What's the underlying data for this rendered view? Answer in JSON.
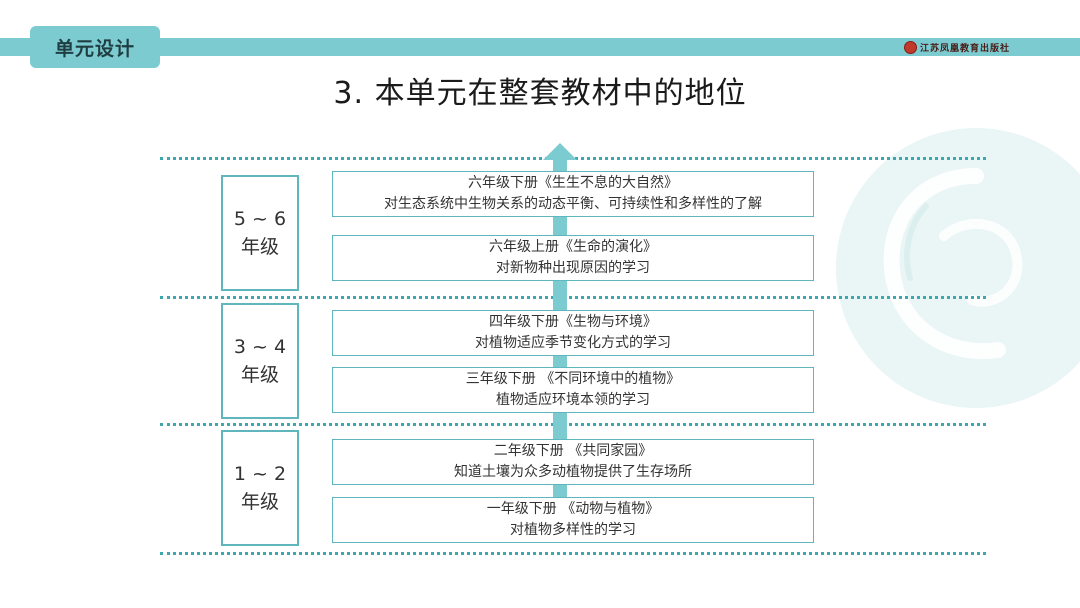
{
  "header": {
    "section_label": "单元设计",
    "publisher_name": "江苏凤凰教育出版社"
  },
  "title": "3. 本单元在整套教材中的地位",
  "grades": [
    {
      "line1": "5 ~ 6",
      "line2": "年级"
    },
    {
      "line1": "3 ~ 4",
      "line2": "年级"
    },
    {
      "line1": "1 ~ 2",
      "line2": "年级"
    }
  ],
  "books": [
    {
      "title": "六年级下册《生生不息的大自然》",
      "desc": "对生态系统中生物关系的动态平衡、可持续性和多样性的了解"
    },
    {
      "title": "六年级上册《生命的演化》",
      "desc": "对新物种出现原因的学习"
    },
    {
      "title": "四年级下册《生物与环境》",
      "desc": "对植物适应季节变化方式的学习"
    },
    {
      "title": "三年级下册 《不同环境中的植物》",
      "desc": "植物适应环境本领的学习"
    },
    {
      "title": "二年级下册 《共同家园》",
      "desc": "知道土壤为众多动植物提供了生存场所"
    },
    {
      "title": "一年级下册 《动物与植物》",
      "desc": "对植物多样性的学习"
    }
  ],
  "colors": {
    "accent": "#7ccbd1",
    "border": "#5fb7bd",
    "divider": "#3ea6ad"
  }
}
